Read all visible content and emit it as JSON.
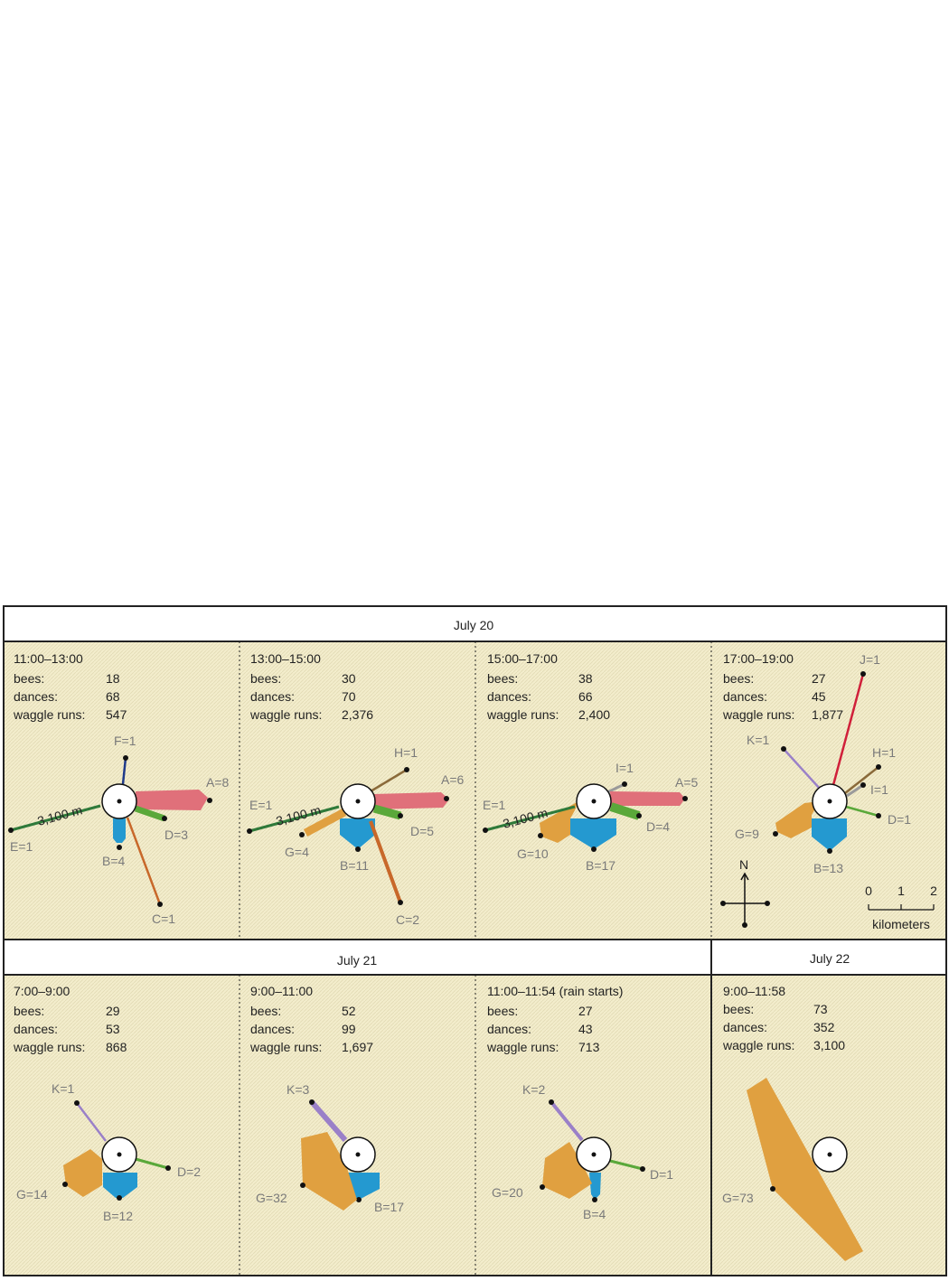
{
  "headers": {
    "july20": "July 20",
    "july21": "July 21",
    "july22": "July 22"
  },
  "stat_labels": {
    "bees": "bees:",
    "dances": "dances:",
    "waggle": "waggle runs:"
  },
  "distance_annotation": "3,100 m",
  "compass": {
    "north": "N"
  },
  "scale": {
    "ticks": [
      "0",
      "1",
      "2"
    ],
    "unit": "kilometers"
  },
  "colors": {
    "background": "#f3edcc",
    "A": "#e0707a",
    "B": "#2499d0",
    "C": "#c8682a",
    "D": "#5aa83a",
    "E": "#2f7a3a",
    "F": "#1f3a8a",
    "G": "#e0a040",
    "H": "#8a6a3a",
    "I": "#9a9a9a",
    "J": "#d0203a",
    "K": "#9a80c8"
  },
  "panels": [
    {
      "time": "11:00–13:00",
      "bees": "18",
      "dances": "68",
      "waggle": "547",
      "sites": [
        "F=1",
        "A=8",
        "D=3",
        "B=4",
        "C=1",
        "E=1"
      ]
    },
    {
      "time": "13:00–15:00",
      "bees": "30",
      "dances": "70",
      "waggle": "2,376",
      "sites": [
        "H=1",
        "A=6",
        "D=5",
        "B=11",
        "C=2",
        "G=4",
        "E=1"
      ]
    },
    {
      "time": "15:00–17:00",
      "bees": "38",
      "dances": "66",
      "waggle": "2,400",
      "sites": [
        "I=1",
        "A=5",
        "D=4",
        "B=17",
        "G=10",
        "E=1"
      ]
    },
    {
      "time": "17:00–19:00",
      "bees": "27",
      "dances": "45",
      "waggle": "1,877",
      "sites": [
        "J=1",
        "K=1",
        "H=1",
        "I=1",
        "D=1",
        "B=13",
        "G=9"
      ]
    },
    {
      "time": "7:00–9:00",
      "bees": "29",
      "dances": "53",
      "waggle": "868",
      "sites": [
        "K=1",
        "D=2",
        "B=12",
        "G=14"
      ]
    },
    {
      "time": "9:00–11:00",
      "bees": "52",
      "dances": "99",
      "waggle": "1,697",
      "sites": [
        "K=3",
        "B=17",
        "G=32"
      ]
    },
    {
      "time": "11:00–11:54 (rain starts)",
      "bees": "27",
      "dances": "43",
      "waggle": "713",
      "sites": [
        "K=2",
        "D=1",
        "B=4",
        "G=20"
      ]
    },
    {
      "time": "9:00–11:58",
      "bees": "73",
      "dances": "352",
      "waggle": "3,100",
      "sites": [
        "G=73"
      ]
    }
  ]
}
